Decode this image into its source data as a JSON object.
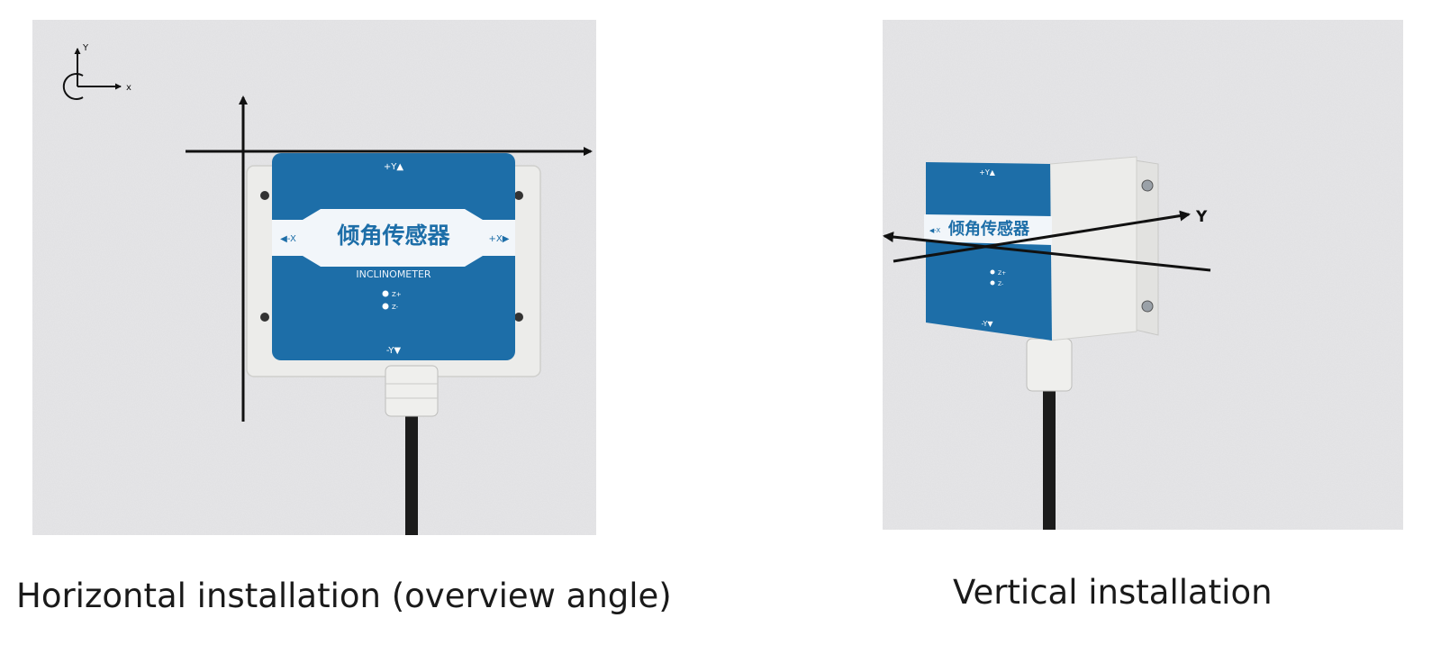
{
  "figure": {
    "horizontal": {
      "caption": "Horizontal installation (overview angle)",
      "device": {
        "title_cn": "倾角传感器",
        "title_en": "INCLINOMETER",
        "label_plus_y": "+Y▲",
        "label_minus_y": "-Y▼",
        "label_minus_x": "◀-X",
        "label_plus_x": "+X▶",
        "led_z_plus": "Z+",
        "led_z_minus": "Z-"
      },
      "axis_legend": {
        "y_label": "Y",
        "x_label": "x"
      }
    },
    "vertical": {
      "caption": "Vertical installation",
      "device": {
        "title_cn": "倾角传感器",
        "label_top": "+Y▲",
        "label_bottom": "-Y▼",
        "label_left": "◀-X",
        "led_z_plus": "Z+",
        "led_z_minus": "Z-"
      },
      "axis_label": "Y"
    }
  },
  "colors": {
    "device_blue": "#1d6ea8",
    "band_white": "#f2f6fa",
    "enclosure": "#e8e8e6",
    "wall": "#e6e6e8",
    "axis": "#111111"
  }
}
